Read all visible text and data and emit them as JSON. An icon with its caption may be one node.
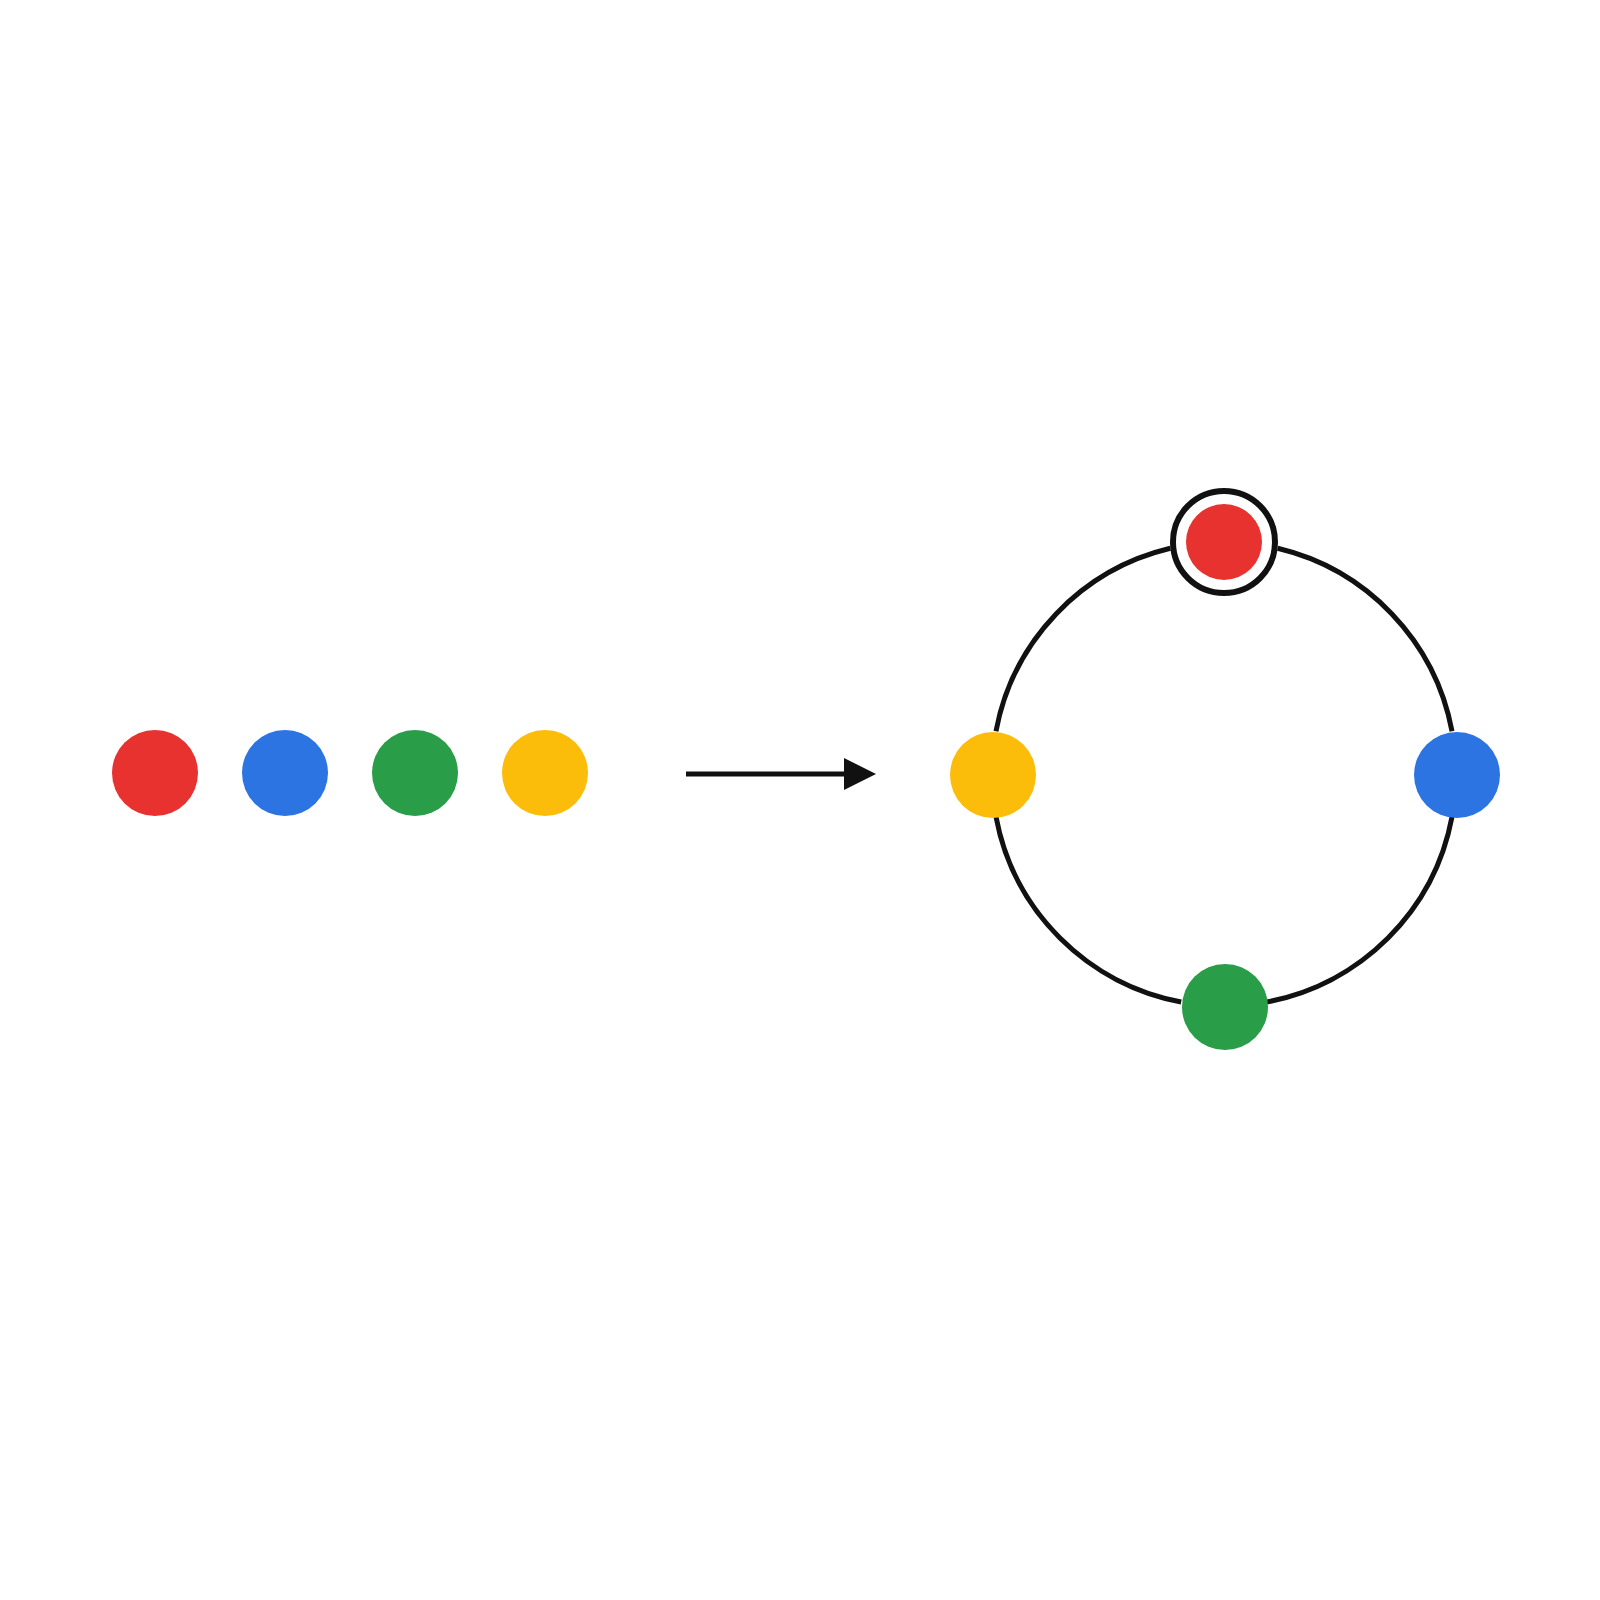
{
  "diagram": {
    "nodes": [
      {
        "text": [],
        "shape": "circle"
      },
      {
        "text": [],
        "shape": "circle"
      },
      {
        "text": [],
        "shape": "circle"
      },
      {
        "text": [],
        "shape": "circle"
      },
      {
        "text": [],
        "shape": "circle"
      },
      {
        "text": [],
        "shape": "circle"
      },
      {
        "text": [],
        "shape": "circle"
      },
      {
        "text": [],
        "shape": "circle"
      }
    ],
    "edges": [
      {
        "from": 3,
        "to": 5,
        "arrow": "to"
      },
      {
        "from": 4,
        "to": 6,
        "arrow": "none"
      },
      {
        "from": 6,
        "to": 7,
        "arrow": "none"
      },
      {
        "from": 7,
        "to": 5,
        "arrow": "none"
      },
      {
        "from": 5,
        "to": 4,
        "arrow": "none"
      }
    ]
  }
}
